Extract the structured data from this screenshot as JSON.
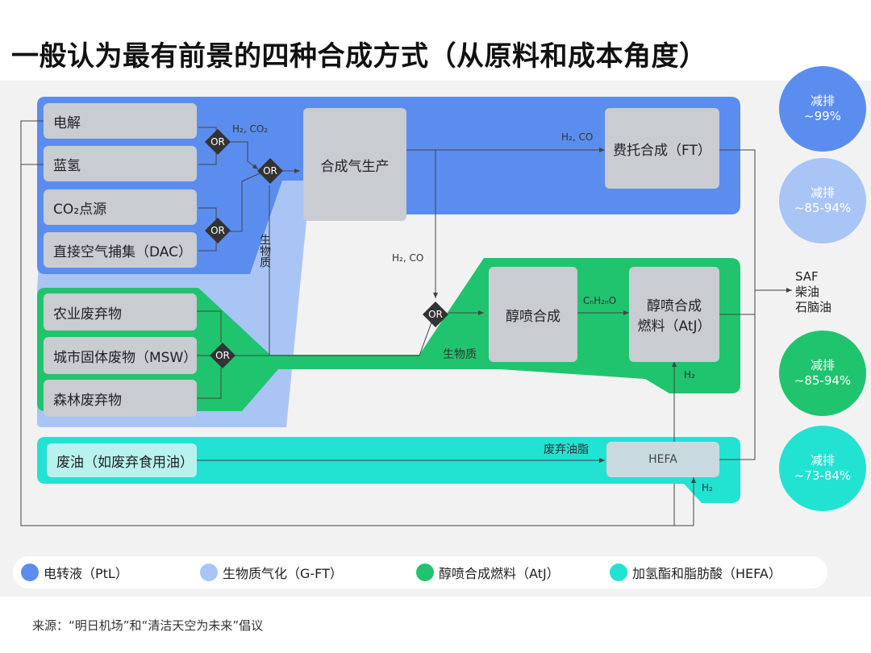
{
  "title": "一般认为最有前景的四种合成方式（从原料和成本角度）",
  "inputs": {
    "electrolysis": "电解",
    "blue_hydrogen": "蓝氢",
    "co2_point": "CO₂点源",
    "dac": "直接空气捕集（DAC）",
    "agri_waste": "农业废弃物",
    "msw": "城市固体废物（MSW）",
    "forest_waste": "森林废弃物",
    "waste_oil": "废油（如废弃食用油）"
  },
  "process": {
    "syngas": "合成气生产",
    "ft": "费托合成（FT）",
    "alcohol": "醇喷合成",
    "atj_line1": "醇喷合成",
    "atj_line2": "燃料（AtJ）",
    "hefa": "HEFA"
  },
  "labels": {
    "or": "OR",
    "h2co_a": "H₂, CO₂",
    "h2co_b": "H₂, CO",
    "h2co_c": "H₂, CO",
    "cnh2no": "CₙH₂ₙO",
    "h2_a": "H₂",
    "h2_b": "H₂",
    "biomass_v": "生物质",
    "biomass_h": "生物质",
    "waste_fat": "废弃油脂"
  },
  "outputs": [
    "SAF",
    "柴油",
    "石脑油"
  ],
  "reductions": [
    {
      "label": "减排",
      "value": "~99%",
      "color": "#5b8def"
    },
    {
      "label": "减排",
      "value": "~85-94%",
      "color": "#a9c5f6"
    },
    {
      "label": "减排",
      "value": "~85-94%",
      "color": "#20c46e"
    },
    {
      "label": "减排",
      "value": "~73-84%",
      "color": "#22e2d2"
    }
  ],
  "legend": [
    {
      "label": "电转液（PtL）",
      "color": "#5b8def"
    },
    {
      "label": "生物质气化（G-FT）",
      "color": "#a9c5f6"
    },
    {
      "label": "醇喷合成燃料（AtJ）",
      "color": "#20c46e"
    },
    {
      "label": "加氢酯和脂肪酸（HEFA）",
      "color": "#22e2d2"
    }
  ],
  "source": "来源：“明日机场”和“清洁天空为未来”倡议"
}
